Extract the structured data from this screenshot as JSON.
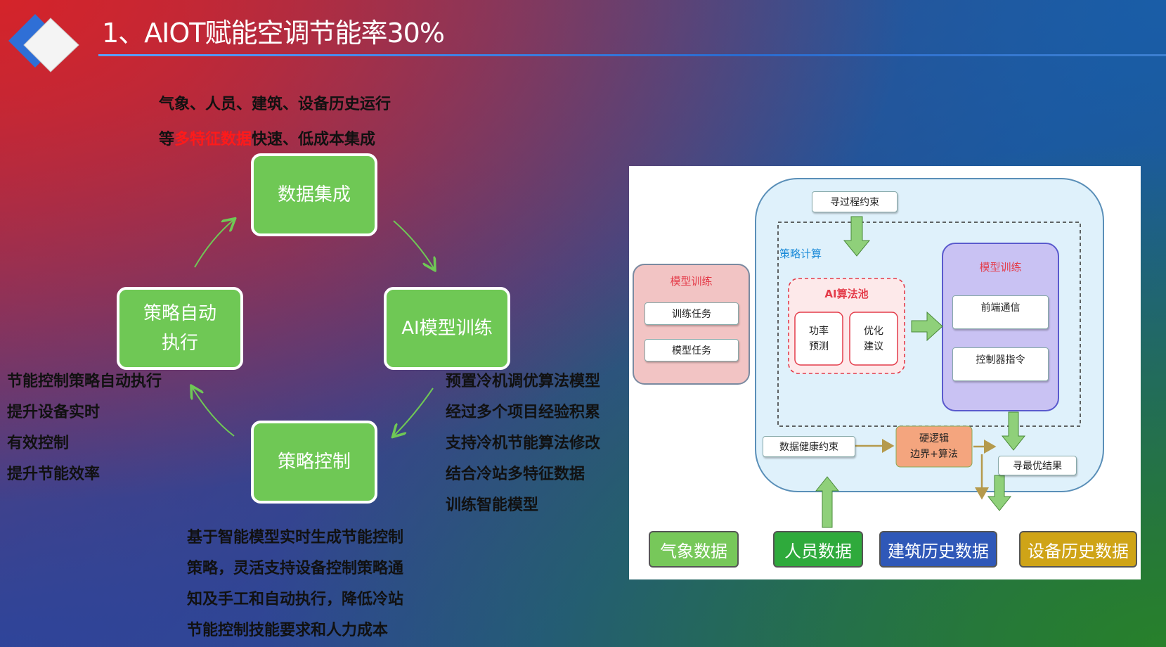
{
  "title": "1、AIOT赋能空调节能率30%",
  "colors": {
    "accent_red": "#ff1a1a",
    "green_box": "#6fc855"
  },
  "top_text": {
    "line1": "气象、人员、建筑、设备历史运行",
    "line2_prefix": "等",
    "line2_highlight": "多特征数据",
    "line2_suffix": "快速、低成本集成"
  },
  "cycle": {
    "data_integration": "数据集成",
    "ai_training": "AI模型训练",
    "strategy_control": "策略控制",
    "auto_exec_line1": "策略自动",
    "auto_exec_line2": "执行"
  },
  "left_text": [
    "节能控制策略自动执行",
    "提升设备实时",
    "有效控制",
    "提升节能效率"
  ],
  "right_text": [
    "预置冷机调优算法模型",
    "经过多个项目经验积累",
    "支持冷机节能算法修改",
    "结合冷站多特征数据",
    "训练智能模型"
  ],
  "bottom_text": [
    "基于智能模型实时生成节能控制",
    "策略，灵活支持设备控制策略通",
    "知及手工和自动执行，降低冷站",
    "节能控制技能要求和人力成本"
  ],
  "diagram": {
    "left_panel_title": "模型训练",
    "train_task": "训练任务",
    "model_task": "模型任务",
    "process_constraint": "寻过程约束",
    "strategy_calc": "策略计算",
    "algo_pool": "AI算法池",
    "power_predict_1": "功率",
    "power_predict_2": "预测",
    "optimize_1": "优化",
    "optimize_2": "建议",
    "right_panel_title": "模型训练",
    "frontend_comm": "前端通信",
    "controller_cmd": "控制器指令",
    "data_health": "数据健康约束",
    "hard_logic_1": "硬逻辑",
    "hard_logic_2": "边界+算法",
    "optimal_result": "寻最优结果",
    "weather_data": "气象数据",
    "people_data": "人员数据",
    "building_data": "建筑历史数据",
    "equipment_data": "设备历史数据"
  }
}
